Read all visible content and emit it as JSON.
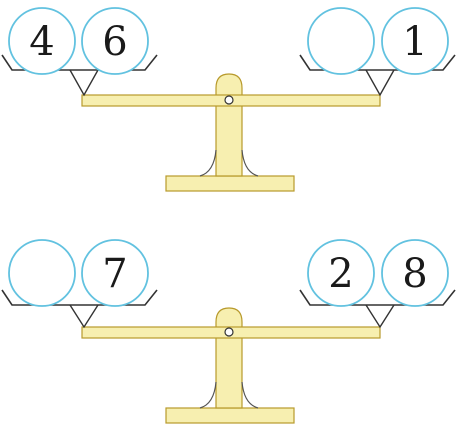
{
  "colors": {
    "wood_fill": "#f7efb0",
    "wood_stroke": "#b89a2c",
    "ball_stroke": "#62c2e0",
    "pan_stroke": "#333333",
    "text": "#1a1a1a"
  },
  "balances": [
    {
      "left_pan": [
        "4",
        "6"
      ],
      "right_pan": [
        "",
        "1"
      ]
    },
    {
      "left_pan": [
        "",
        "7"
      ],
      "right_pan": [
        "2",
        "8"
      ]
    }
  ]
}
